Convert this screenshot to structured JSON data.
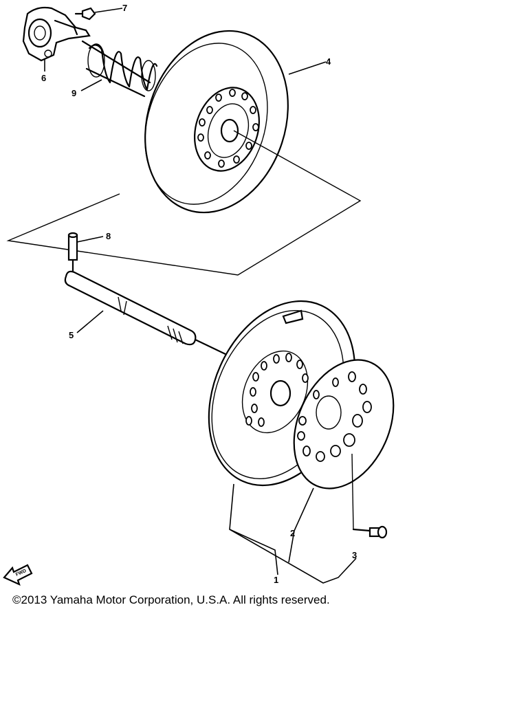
{
  "callouts": {
    "c1": "1",
    "c2": "2",
    "c3": "3",
    "c4": "4",
    "c5": "5",
    "c6": "6",
    "c7": "7",
    "c8": "8",
    "c9": "9"
  },
  "fwd_arrow": "FWD",
  "copyright": "©2013 Yamaha Motor Corporation, U.S.A. All rights reserved."
}
